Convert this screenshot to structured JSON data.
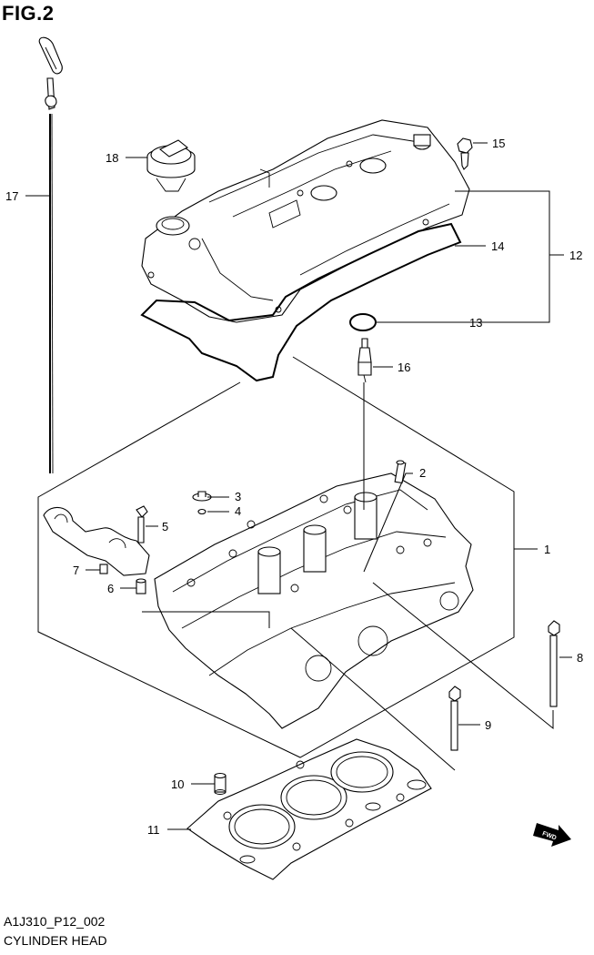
{
  "figure": {
    "title": "FIG.2"
  },
  "footer": {
    "code": "A1J310_P12_002",
    "caption": "CYLINDER HEAD"
  },
  "fwd_label": "FWD",
  "callouts": [
    {
      "num": "1"
    },
    {
      "num": "2"
    },
    {
      "num": "3"
    },
    {
      "num": "4"
    },
    {
      "num": "5"
    },
    {
      "num": "6"
    },
    {
      "num": "7"
    },
    {
      "num": "8"
    },
    {
      "num": "9"
    },
    {
      "num": "10"
    },
    {
      "num": "11"
    },
    {
      "num": "12"
    },
    {
      "num": "13"
    },
    {
      "num": "14"
    },
    {
      "num": "15"
    },
    {
      "num": "16"
    },
    {
      "num": "17"
    },
    {
      "num": "18"
    }
  ]
}
